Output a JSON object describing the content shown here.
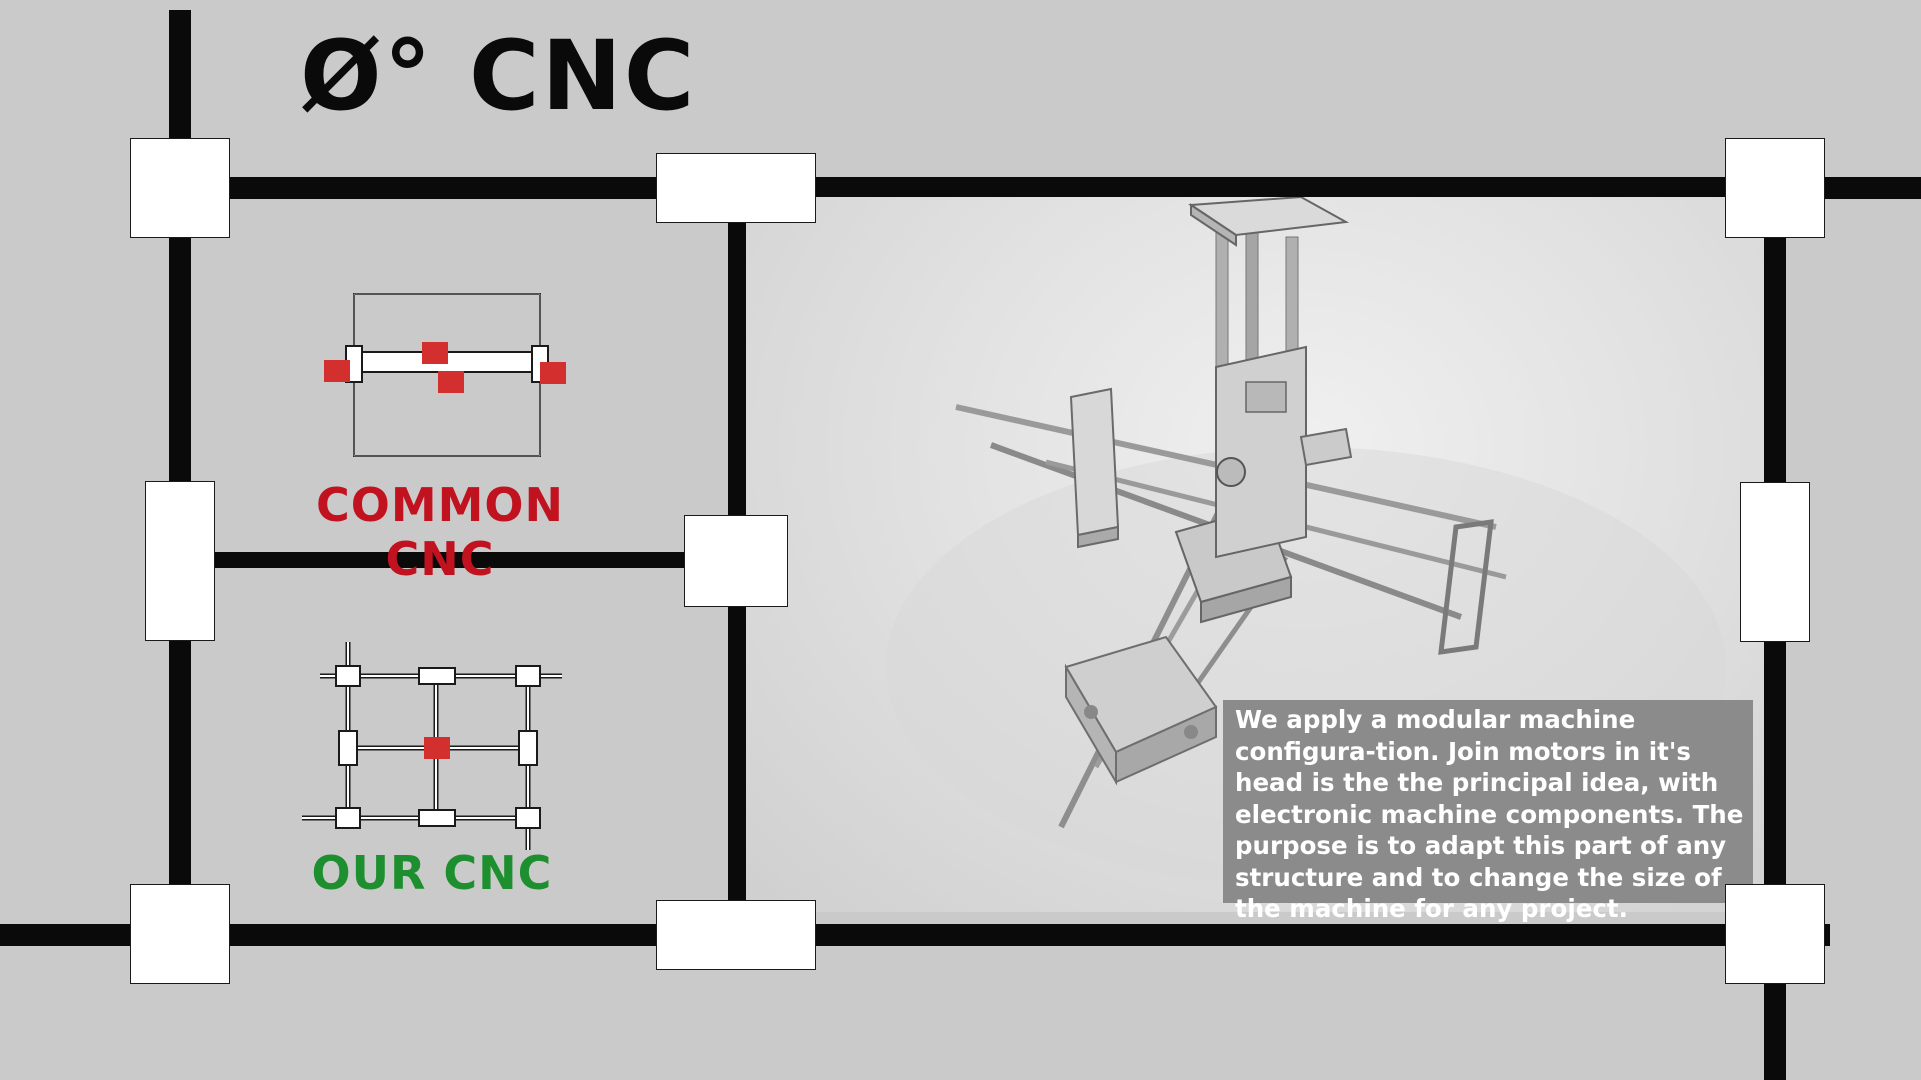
{
  "page": {
    "title": "Ø° CNC",
    "colors": {
      "background": "#cbcacb",
      "frame": "#0a0a0a",
      "joint": "#ffffff",
      "motor_red": "#d32f2f",
      "common_label": "#c1121f",
      "our_label": "#1e8f2e",
      "description_bg": "#8c8b8c"
    }
  },
  "diagrams": {
    "common": {
      "label": "COMMON CNC"
    },
    "ours": {
      "label": "OUR CNC"
    }
  },
  "photo": {
    "subject": "cnc-machine-photo"
  },
  "description": {
    "text": "We apply a modular machine configura-tion. Join motors in it's head is the the principal idea, with electronic machine components. The purpose is to adapt this part of any structure and to change the size of the machine for any project."
  }
}
